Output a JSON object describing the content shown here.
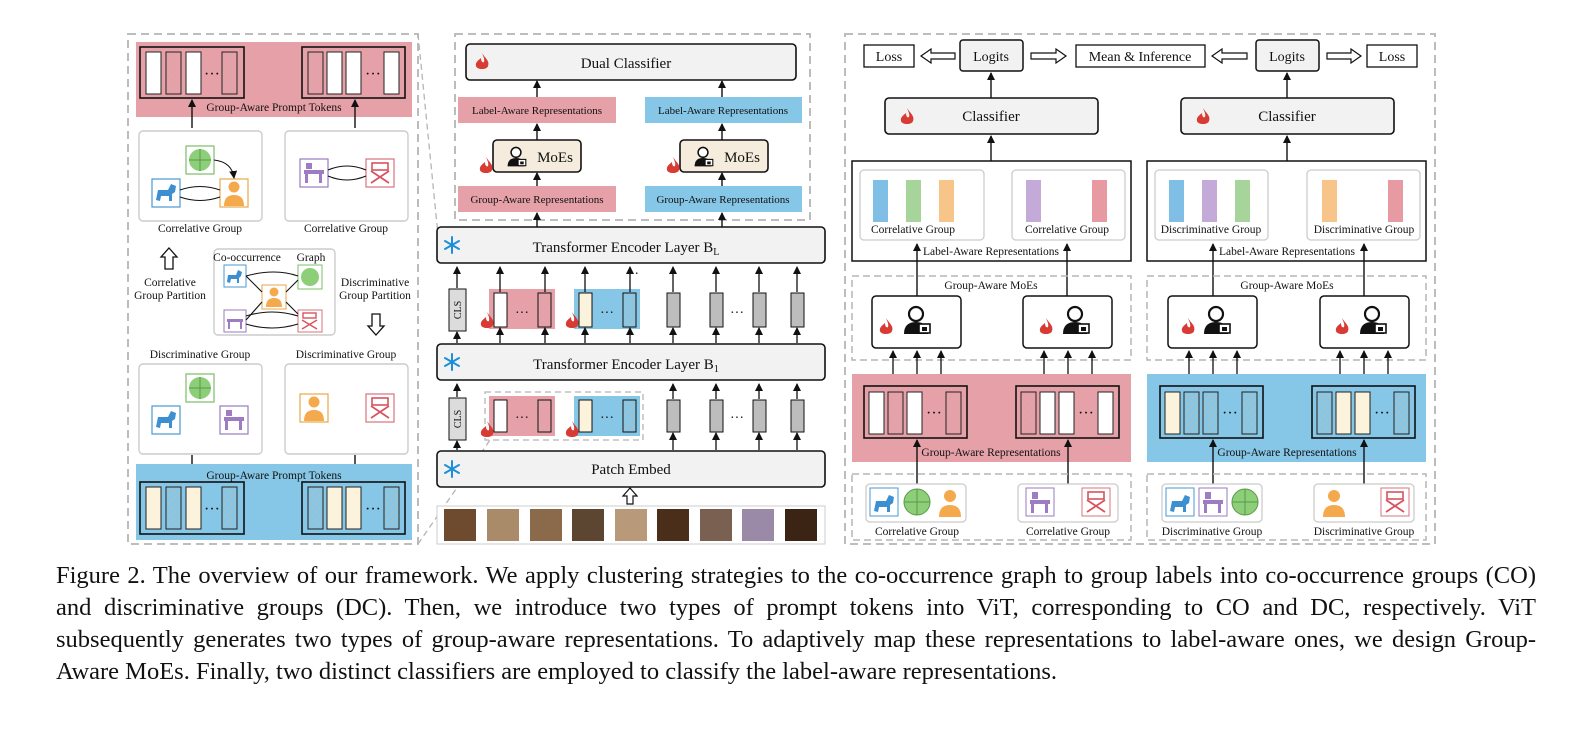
{
  "left": {
    "prompt_tokens_label": "Group-Aware Prompt Tokens",
    "correlative_group": "Correlative Group",
    "discriminative_group": "Discriminative Group",
    "cooccurrence": "Co-occurrence",
    "graph": "Graph",
    "correlative_partition_1": "Correlative",
    "correlative_partition_2": "Group Partition",
    "discriminative_partition_1": "Discriminative",
    "discriminative_partition_2": "Group Partition"
  },
  "middle": {
    "dual_classifier": "Dual Classifier",
    "label_aware": "Label-Aware Representations",
    "group_aware": "Group-Aware Representations",
    "moes": "MoEs",
    "encoder_bl": "Transformer Encoder Layer B",
    "encoder_bl_sub": "L",
    "encoder_b1": "Transformer Encoder Layer B",
    "encoder_b1_sub": "1",
    "patch_embed": "Patch Embed",
    "cls": "CLS",
    "ellipsis": "···"
  },
  "right": {
    "loss": "Loss",
    "logits": "Logits",
    "mean_inference": "Mean & Inference",
    "classifier": "Classifier",
    "correlative_group": "Correlative Group",
    "discriminative_group": "Discriminative Group",
    "label_aware": "Label-Aware Representations",
    "group_aware_moes": "Group-Aware MoEs",
    "group_aware_reps": "Group-Aware Representations"
  },
  "caption": "Figure 2. The overview of our framework. We apply clustering strategies to the co-occurrence graph to group labels into co-occurrence groups (CO) and discriminative groups (DC). Then, we introduce two types of prompt tokens into ViT, corresponding to CO and DC, respectively. ViT subsequently generates two types of group-aware representations. To adaptively map these representations to label-aware ones, we design Group-Aware MoEs. Finally, two distinct classifiers are employed to classify the label-aware representations.",
  "colors": {
    "pink": "#e6a1a8",
    "blue": "#86c6e6",
    "box_fill": "#f2f2f2",
    "flame": "#d83a34",
    "snow": "#1d8fd8",
    "bar_blue": "#7fbfe6",
    "bar_green": "#a6d49b",
    "bar_orange": "#f7c48a",
    "bar_purple": "#c3aad8",
    "bar_red": "#e89aa2"
  }
}
